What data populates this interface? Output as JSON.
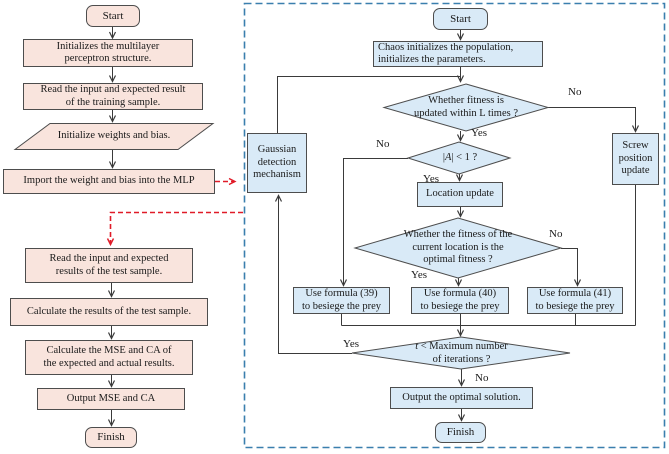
{
  "colors": {
    "pink_fill": "#f9e4dd",
    "pink_border": "#4d4d4d",
    "blue_fill": "#d9eaf7",
    "blue_border": "#4d4d4d",
    "line": "#3a3a3a",
    "frame_dash": "#3a7fae",
    "red_dash": "#e01b28",
    "text": "#1a1a1a"
  },
  "left_flowchart": {
    "start": "Start",
    "init_mlp_lines": [
      "Initializes the multilayer",
      "perceptron structure."
    ],
    "read_training_lines": [
      "Read the input and expected result",
      "of the training sample."
    ],
    "init_weights": "Initialize weights and bias.",
    "import_mlp": "Import the weight and bias into the MLP",
    "read_test_lines": [
      "Read the input and expected",
      "results of the test sample."
    ],
    "calc_results": "Calculate the results of the test sample.",
    "calc_mse_lines": [
      "Calculate the MSE and CA of",
      "the expected and actual results."
    ],
    "output_mse": "Output MSE and CA",
    "finish": "Finish"
  },
  "right_flowchart": {
    "start": "Start",
    "chaos_lines": [
      "Chaos initializes the population,",
      "initializes the parameters."
    ],
    "fitness_updated_lines": [
      "Whether fitness is",
      "updated within L times ?"
    ],
    "screw_lines": [
      "Screw",
      "position",
      "update"
    ],
    "abs_a": {
      "pre": "|",
      "var": "A",
      "post": "| < 1 ?"
    },
    "location_update": "Location update",
    "fitness_optimal_lines": [
      "Whether the fitness of the",
      "current location is the",
      "optimal fitness ?"
    ],
    "formula39_lines": [
      "Use formula (39)",
      "to besiege the prey"
    ],
    "formula40_lines": [
      "Use formula (40)",
      "to besiege the prey"
    ],
    "formula41_lines": [
      "Use formula (41)",
      "to besiege the prey"
    ],
    "gaussian_lines": [
      "Gaussian",
      "detection",
      "mechanism"
    ],
    "max_iter": {
      "var": "t",
      "line1_rest": " < Maximum number",
      "line2": "of iterations ?"
    },
    "output_solution": "Output the optimal solution.",
    "finish": "Finish",
    "labels": {
      "yes": "Yes",
      "no": "No"
    }
  }
}
